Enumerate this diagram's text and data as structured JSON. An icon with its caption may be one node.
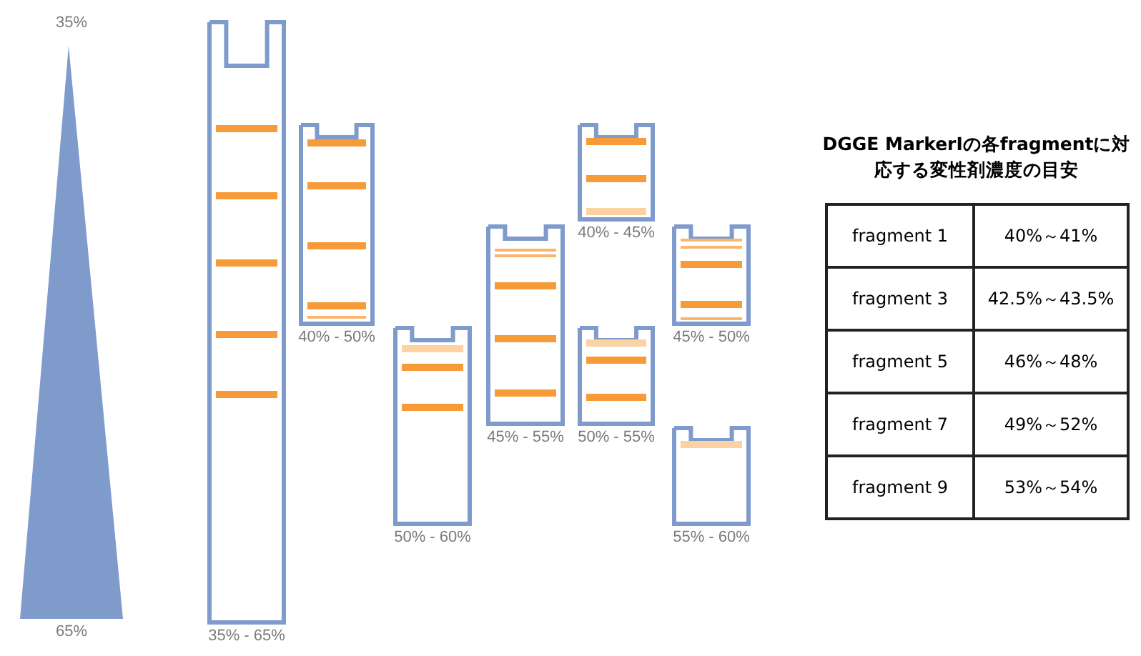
{
  "diagram": {
    "title": "DGGE MarkerIの各fragmentに対応する変性剤濃度の目安",
    "nodes": [
      {
        "text": [
          "35%",
          "65%"
        ]
      },
      {
        "text": [
          "35% - 65%"
        ]
      },
      {
        "text": [
          "40% - 50%"
        ]
      },
      {
        "text": [
          "50% - 60%"
        ]
      },
      {
        "text": [
          "45% - 55%"
        ]
      },
      {
        "text": [
          "40% - 45%"
        ]
      },
      {
        "text": [
          "50% - 55%"
        ]
      },
      {
        "text": [
          "45% - 50%"
        ]
      },
      {
        "text": [
          "55% - 60%"
        ]
      }
    ],
    "labels": [
      "fragment 1",
      "40%～41%",
      "fragment 3",
      "42.5%～43.5%",
      "fragment 5",
      "46%～48%",
      "fragment 7",
      "49%～52%",
      "fragment 9",
      "53%～54%"
    ]
  }
}
